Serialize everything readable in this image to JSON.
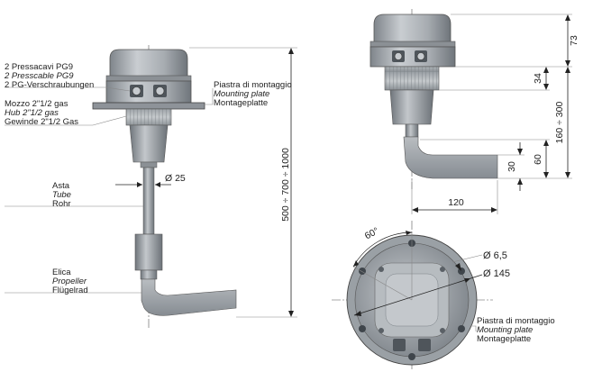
{
  "labels": {
    "cable_glands": [
      "2 Pressacavi PG9",
      "2 Presscable PG9",
      "2 PG-Verschraubungen"
    ],
    "hub": [
      "Mozzo 2\"1/2 gas",
      "Hub 2\"1/2  gas",
      "Gewinde 2\"1/2 Gas"
    ],
    "shaft": [
      "Asta",
      "Tube",
      "Rohr"
    ],
    "propeller": [
      "Elica",
      "Propeller",
      "Flügelrad"
    ],
    "mounting_plate_front": [
      "Piastra di montaggio",
      "Mounting plate",
      "Montageplatte"
    ],
    "mounting_plate_bottom": [
      "Piastra di montaggio",
      "Mounting plate",
      "Montageplatte"
    ]
  },
  "dimensions": {
    "shaft_diameter": "Ø 25",
    "total_length": "500 ÷ 700 ÷ 1000",
    "height_housing": "73",
    "height_hub": "34",
    "height_range": "160 ÷ 300",
    "propeller_height": "60",
    "propeller_blade": "30",
    "propeller_length": "120",
    "angle": "60°",
    "hole_diameter": "Ø 6,5",
    "plate_diameter": "Ø 145"
  },
  "colors": {
    "housing": "#9ea3a8",
    "housing_light": "#c9cdd1",
    "metal": "#a9aeb3",
    "metal_dark": "#7d8287",
    "line": "#222222"
  }
}
